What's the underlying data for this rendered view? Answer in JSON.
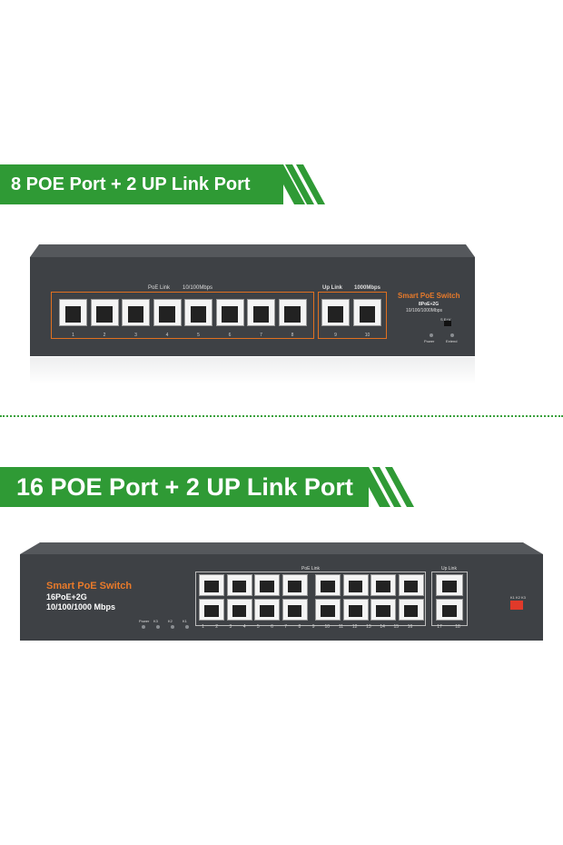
{
  "banner1": {
    "text": "8 POE Port + 2 UP Link Port"
  },
  "banner2": {
    "text": "16 POE Port + 2 UP Link Port"
  },
  "switch8": {
    "poe_label": "PoE Link",
    "speed_label": "10/100Mbps",
    "uplink_label": "Up Link",
    "uplink_speed": "1000Mbps",
    "brand": "Smart PoE Switch",
    "model": "8PoE+2G",
    "speed": "10/100/1000Mbps",
    "switch_text": "S  E+V",
    "power_label": "Power",
    "extend_label": "Extend",
    "port_numbers": [
      "1",
      "2",
      "3",
      "4",
      "5",
      "6",
      "7",
      "8"
    ],
    "uplink_numbers": [
      "9",
      "10"
    ]
  },
  "switch16": {
    "brand": "Smart PoE Switch",
    "model": "16PoE+2G",
    "speed": "10/100/1000 Mbps",
    "poe_label": "PoE Link",
    "uplink_label": "Up Link",
    "led_labels": [
      "Power",
      "K3",
      "K2",
      "K1"
    ],
    "dip_labels": "K1 K2 K3",
    "port_numbers": [
      "1",
      "2",
      "3",
      "4",
      "5",
      "6",
      "7",
      "8",
      "9",
      "10",
      "11",
      "12",
      "13",
      "14",
      "15",
      "16"
    ],
    "uplink_numbers": [
      "17",
      "18"
    ]
  },
  "colors": {
    "banner": "#2f9a35",
    "accent": "#e87a2a",
    "chassis": "#3e4145"
  }
}
